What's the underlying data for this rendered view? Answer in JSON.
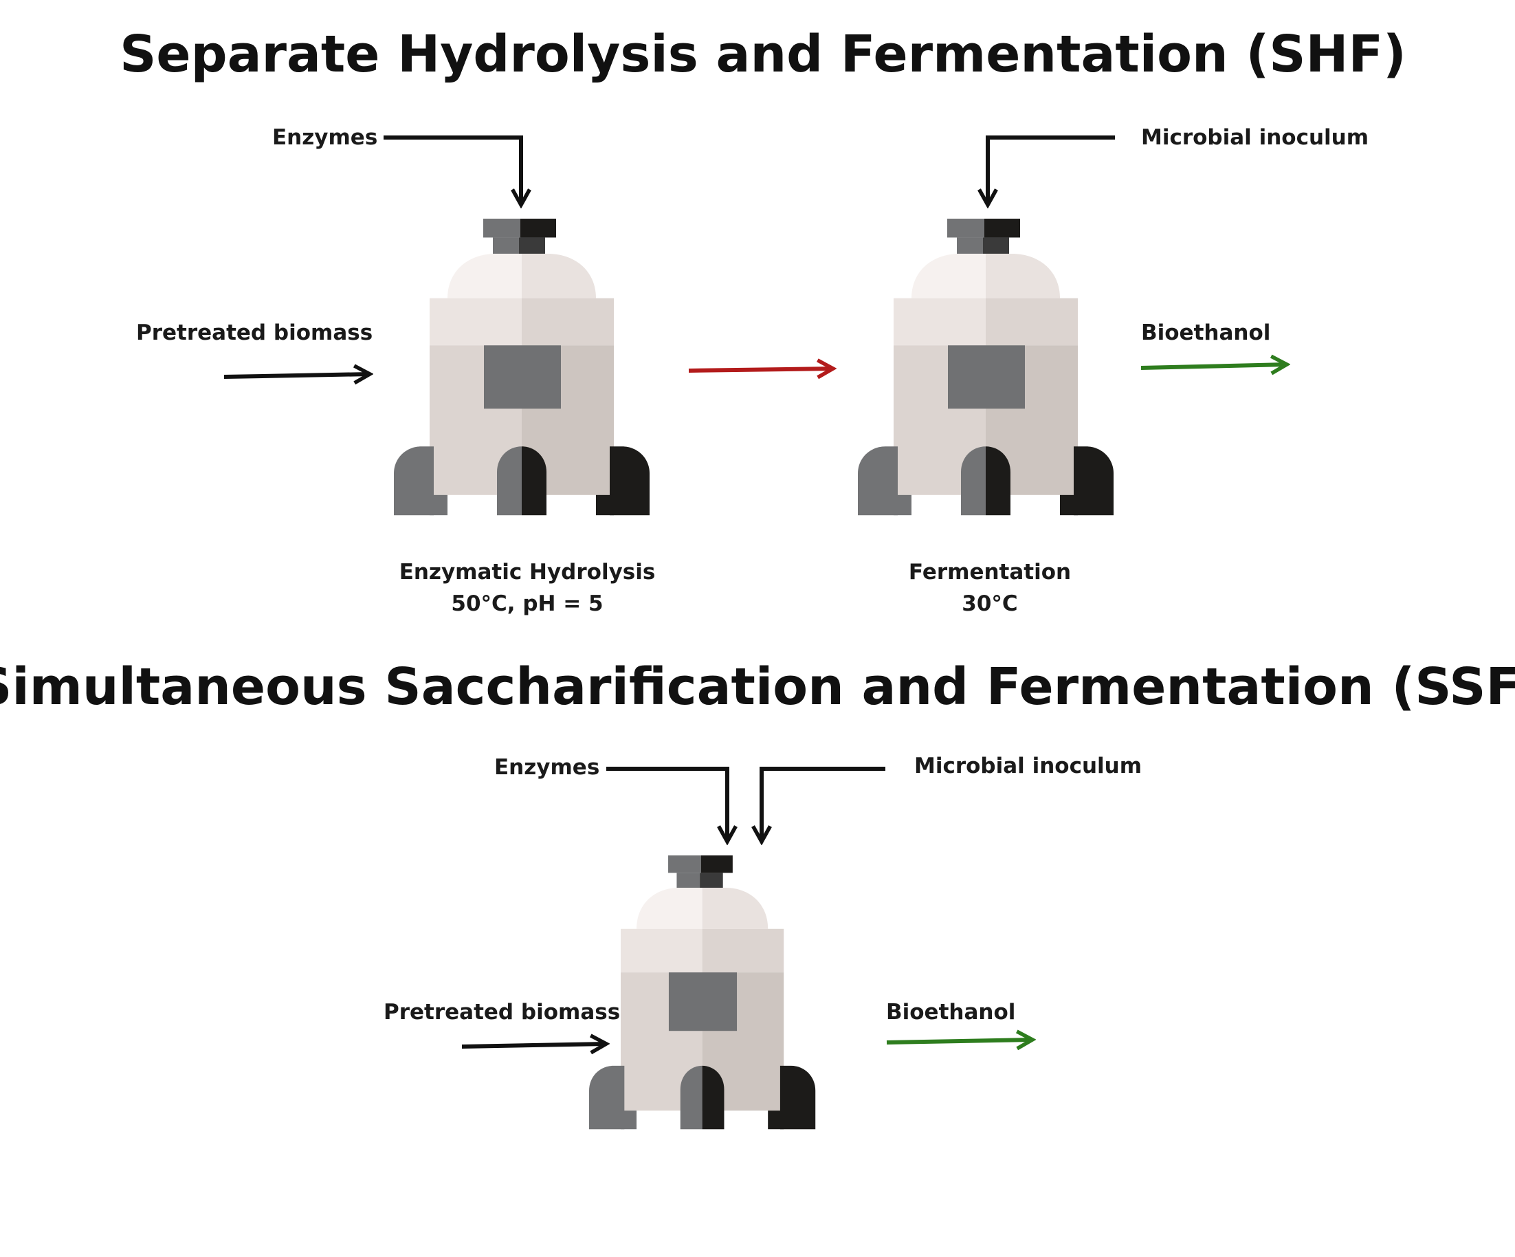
{
  "colors": {
    "arrow_input": "#111111",
    "arrow_transfer": "#b31b1b",
    "arrow_product": "#2e7d1e",
    "reactor_light_left": "#ebe4e1",
    "reactor_light_right": "#dcd4d0",
    "reactor_dome_left": "#f6f1ef",
    "reactor_dome_right": "#e9e2df",
    "reactor_window": "#707173",
    "cap_grey": "#727375",
    "cap_dark": "#1c1b19"
  },
  "shf": {
    "title": "Separate Hydrolysis and Fermentation (SHF)",
    "hydrolysis": {
      "enzymes_label": "Enzymes",
      "biomass_label": "Pretreated biomass",
      "step_name": "Enzymatic Hydrolysis",
      "conditions": "50°C, pH = 5"
    },
    "fermentation": {
      "inoculum_label": "Microbial inoculum",
      "product_label": "Bioethanol",
      "step_name": "Fermentation",
      "conditions": "30°C"
    }
  },
  "ssf": {
    "title": "Simultaneous Saccharification and Fermentation (SSF)",
    "enzymes_label": "Enzymes",
    "inoculum_label": "Microbial inoculum",
    "biomass_label": "Pretreated biomass",
    "product_label": "Bioethanol"
  }
}
